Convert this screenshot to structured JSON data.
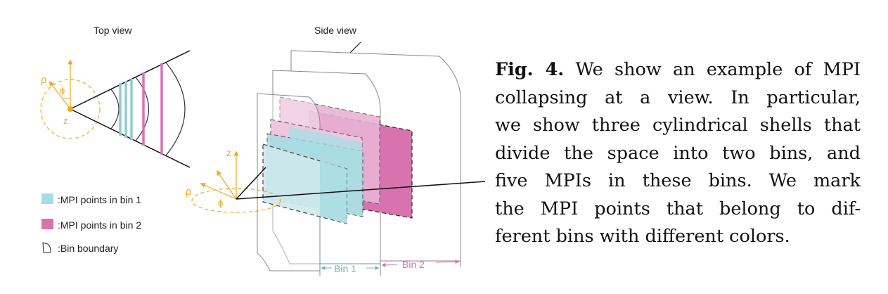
{
  "figure": {
    "top_view_title": "Top view",
    "side_view_title": "Side view",
    "axis_rho": "ρ",
    "axis_phi": "ϕ",
    "axis_z": "z",
    "legend": [
      {
        "label": ":MPI points in bin 1",
        "color": "#a8dde3"
      },
      {
        "label": ":MPI points in bin 2",
        "color": "#d873b0"
      },
      {
        "label": ":Bin boundary",
        "color": "none"
      }
    ],
    "bin1_label": "Bin 1",
    "bin2_label": "Bin 2",
    "colors": {
      "orange": "#f5a623",
      "teal": "#6fb8b4",
      "pink": "#d873b0",
      "gray": "#888888",
      "bin1_fill": "#a8dde3",
      "bin2_fill": "#e8b3d5",
      "bin2_dark": "#d873b0"
    }
  },
  "caption": {
    "label": "Fig. 4.",
    "lines": [
      " We show an example of MPI",
      "collapsing at a view. In particular,",
      "we show three cylindrical shells that",
      "divide the space into two bins, and",
      "five MPIs in these bins. We mark",
      "the MPI points that belong to dif-",
      "ferent bins with different colors."
    ]
  }
}
